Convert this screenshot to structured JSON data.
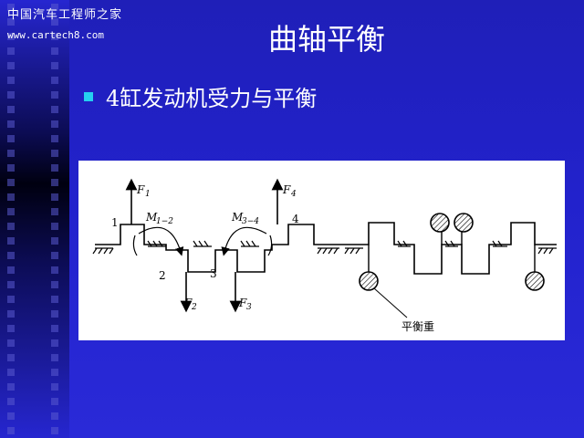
{
  "header": {
    "logo_text": "中国汽车工程师之家",
    "url_text": "www.cartech8.com"
  },
  "slide": {
    "title": "曲轴平衡",
    "bullet": "4缸发动机受力与平衡"
  },
  "figure": {
    "left": {
      "labels": {
        "f1": "F",
        "f1_sub": "1",
        "f2": "F",
        "f2_sub": "2",
        "f3": "F",
        "f3_sub": "3",
        "f4": "F",
        "f4_sub": "4",
        "m12": "M",
        "m12_sub": "1−2",
        "m34": "M",
        "m34_sub": "3−4",
        "n1": "1",
        "n2": "2",
        "n3": "3",
        "n4": "4"
      }
    },
    "right": {
      "counterweight_label": "平衡重"
    }
  }
}
